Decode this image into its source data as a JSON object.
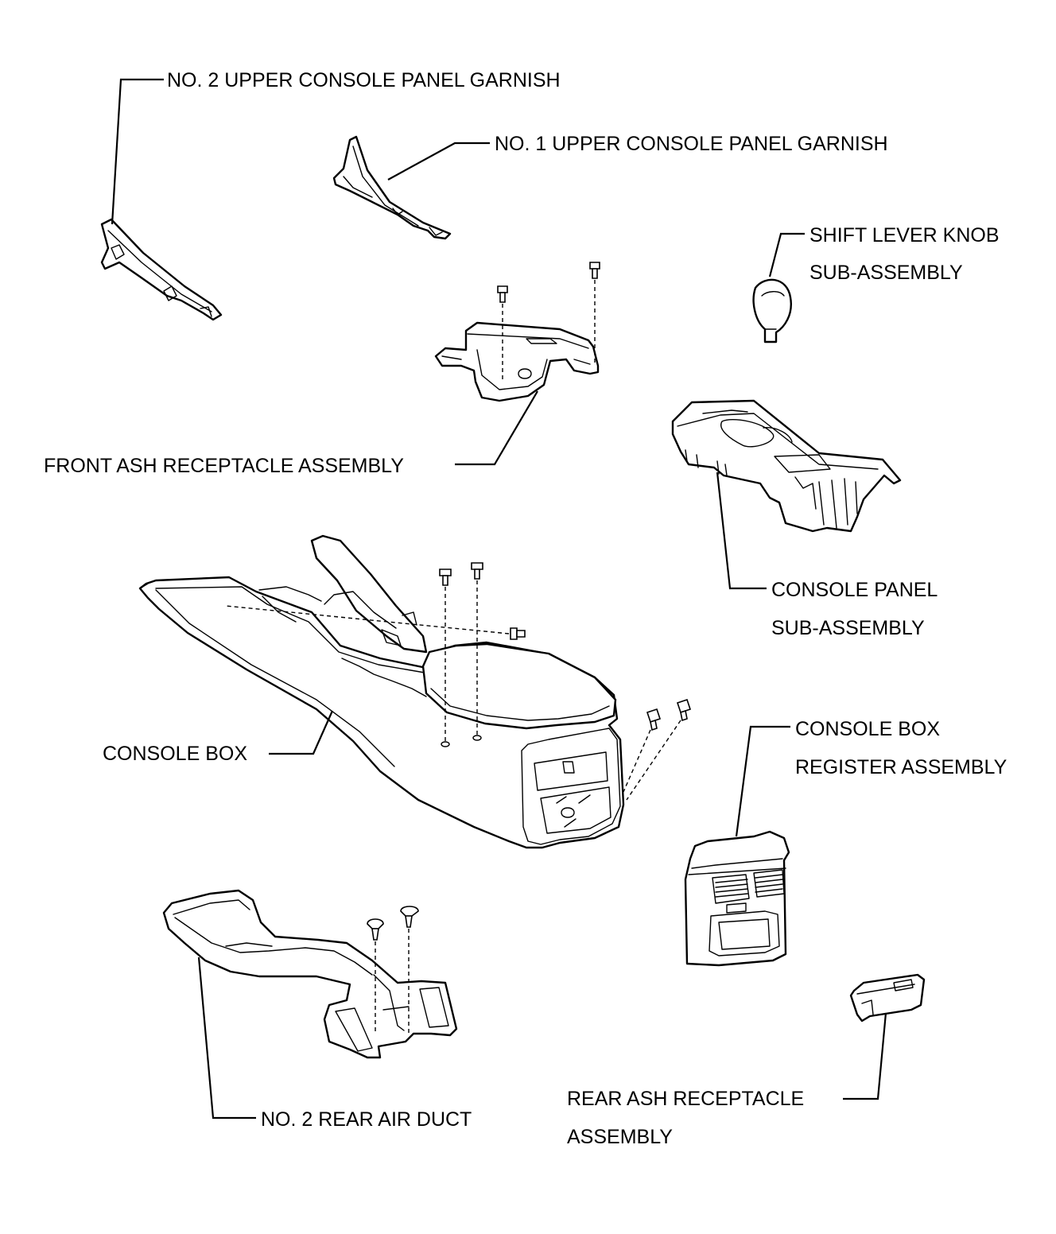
{
  "labels": {
    "no2_upper_garnish": "NO. 2 UPPER CONSOLE PANEL GARNISH",
    "no1_upper_garnish": "NO. 1 UPPER CONSOLE PANEL GARNISH",
    "shift_knob_line1": "SHIFT LEVER KNOB",
    "shift_knob_line2": "SUB-ASSEMBLY",
    "front_ash": "FRONT ASH RECEPTACLE ASSEMBLY",
    "console_panel_line1": "CONSOLE PANEL",
    "console_panel_line2": "SUB-ASSEMBLY",
    "console_box": "CONSOLE BOX",
    "register_line1": "CONSOLE BOX",
    "register_line2": "REGISTER ASSEMBLY",
    "rear_duct": "NO. 2 REAR AIR DUCT",
    "rear_ash_line1": "REAR ASH RECEPTACLE",
    "rear_ash_line2": "ASSEMBLY"
  }
}
